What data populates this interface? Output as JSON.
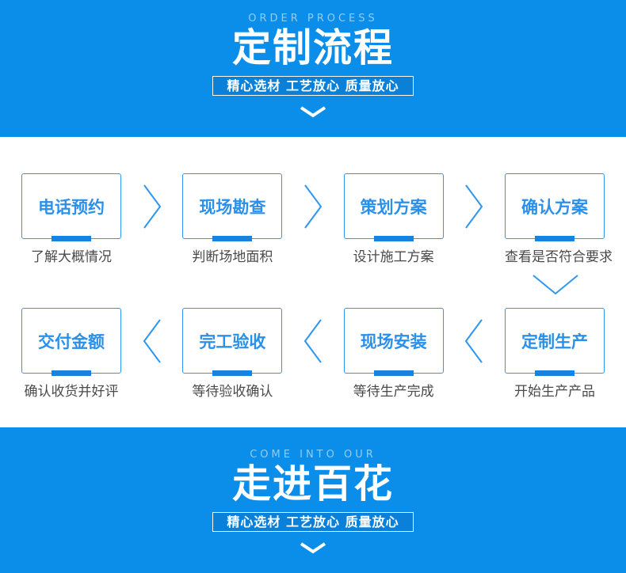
{
  "colors": {
    "banner_bg": "#0a8ee9",
    "badge_bg": "#0b80d8",
    "eyebrow_text": "rgba(255,255,255,0.55)",
    "box_border": "#2e97f0",
    "box_title": "#2a90ea",
    "box_bar": "#1583e2",
    "caption_text": "#4a4a4a",
    "white": "#ffffff"
  },
  "icons": {
    "banner_chevron": "chevron-down-icon",
    "step_arrow_right": "arrow-right-icon",
    "step_arrow_left": "arrow-left-icon",
    "turn_arrow": "arrow-down-icon"
  },
  "top_banner": {
    "eyebrow": "ORDER PROCESS",
    "title": "定制流程",
    "badge": "精心选材 工艺放心 质量放心"
  },
  "flow": {
    "row1": [
      {
        "title": "电话预约",
        "caption": "了解大概情况"
      },
      {
        "title": "现场勘查",
        "caption": "判断场地面积"
      },
      {
        "title": "策划方案",
        "caption": "设计施工方案"
      },
      {
        "title": "确认方案",
        "caption": "查看是否符合要求"
      }
    ],
    "row2": [
      {
        "title": "交付金额",
        "caption": "确认收货并好评"
      },
      {
        "title": "完工验收",
        "caption": "等待验收确认"
      },
      {
        "title": "现场安装",
        "caption": "等待生产完成"
      },
      {
        "title": "定制生产",
        "caption": "开始生产产品"
      }
    ]
  },
  "bottom_banner": {
    "eyebrow": "COME INTO OUR",
    "title": "走进百花",
    "badge": "精心选材 工艺放心 质量放心"
  }
}
